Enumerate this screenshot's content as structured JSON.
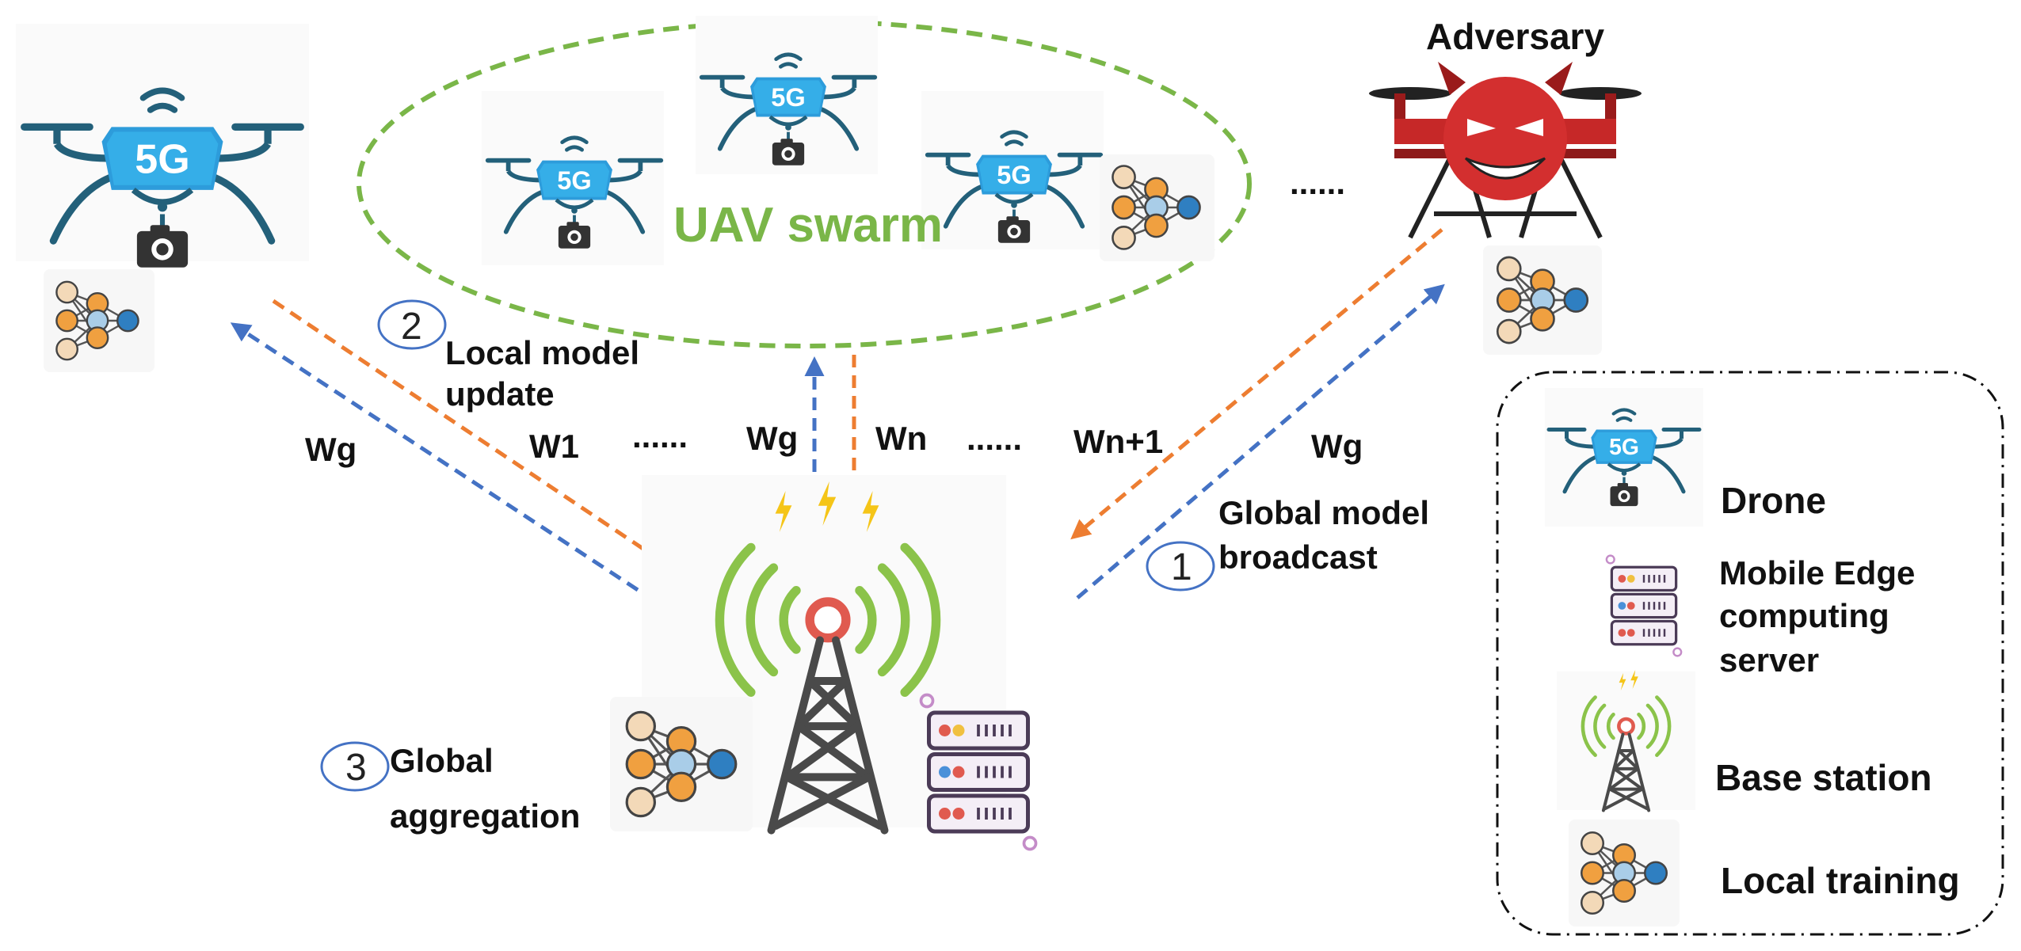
{
  "labels": {
    "adversary": "Adversary",
    "uav_swarm": "UAV swarm",
    "five_g": "5G",
    "local_model_update_line1": "Local model",
    "local_model_update_line2": "update",
    "global_model_broadcast_line1": "Global model",
    "global_model_broadcast_line2": "broadcast",
    "global_aggregation_line1": "Global",
    "global_aggregation_line2": "aggregation",
    "step1": "1",
    "step2": "2",
    "step3": "3",
    "dots": "......",
    "wg_left": "Wg",
    "w1": "W1",
    "wg_center": "Wg",
    "wn": "Wn",
    "wn1": "Wn+1",
    "wg_right": "Wg"
  },
  "legend": {
    "drone": "Drone",
    "mec_line1": "Mobile Edge",
    "mec_line2": "computing",
    "mec_line3": "server",
    "base_station": "Base station",
    "local_training": "Local training"
  },
  "colors": {
    "broadcast_arrow": "#4472c4",
    "update_arrow": "#ed7d31",
    "swarm_ellipse": "#7ab648",
    "drone_body": "#2d9cdb",
    "drone_frame": "#23607a",
    "adversary": "#c62828",
    "tower": "#444444",
    "signal": "#8bc34a",
    "nn_orange": "#f0a040",
    "nn_blue": "#2f7fc1",
    "nn_light": "#a9cde8",
    "nn_beige": "#f3d9b8"
  }
}
